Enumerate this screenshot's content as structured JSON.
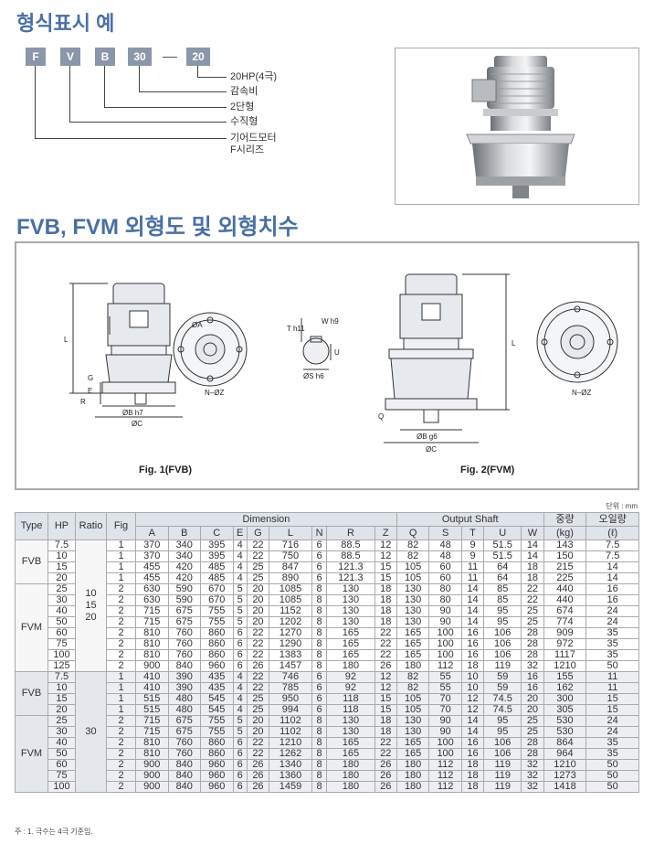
{
  "section1": {
    "title": "형식표시 예",
    "codes": [
      "F",
      "V",
      "B",
      "30",
      "20"
    ],
    "labels": [
      "20HP(4극)",
      "감속비",
      "2단형",
      "수직형",
      "기어드모터",
      "F시리즈"
    ]
  },
  "section2": {
    "title": "FVB, FVM 외형도 및 외형치수"
  },
  "figures": {
    "fig1": "Fig. 1(FVB)",
    "fig2": "Fig. 2(FVM)",
    "dim_labels": [
      "L",
      "G",
      "E",
      "R",
      "ØB h7",
      "ØC",
      "ØA",
      "N–ØZ",
      "T h11",
      "W h9",
      "U",
      "ØS h6",
      "Q",
      "ØB g6"
    ]
  },
  "unit": "단위 : mm",
  "table": {
    "headers": {
      "type": "Type",
      "hp": "HP",
      "ratio": "Ratio",
      "fig": "Fig",
      "dimension": "Dimension",
      "output_shaft": "Output Shaft",
      "weight": "중량",
      "weight_unit": "(kg)",
      "oil": "오일량",
      "oil_unit": "(ℓ)",
      "dim_cols": [
        "A",
        "B",
        "C",
        "E",
        "G",
        "L",
        "N",
        "R",
        "Z"
      ],
      "shaft_cols": [
        "Q",
        "S",
        "T",
        "U",
        "W"
      ]
    },
    "ratio_groups": [
      "10\n15\n20",
      "30"
    ],
    "rows": [
      [
        "FVB",
        "7.5",
        "1",
        "370",
        "340",
        "395",
        "4",
        "22",
        "716",
        "6",
        "88.5",
        "12",
        "82",
        "48",
        "9",
        "51.5",
        "14",
        "143",
        "7.5"
      ],
      [
        "",
        "10",
        "1",
        "370",
        "340",
        "395",
        "4",
        "22",
        "750",
        "6",
        "88.5",
        "12",
        "82",
        "48",
        "9",
        "51.5",
        "14",
        "150",
        "7.5"
      ],
      [
        "",
        "15",
        "1",
        "455",
        "420",
        "485",
        "4",
        "25",
        "847",
        "6",
        "121.3",
        "15",
        "105",
        "60",
        "11",
        "64",
        "18",
        "215",
        "14"
      ],
      [
        "",
        "20",
        "1",
        "455",
        "420",
        "485",
        "4",
        "25",
        "890",
        "6",
        "121.3",
        "15",
        "105",
        "60",
        "11",
        "64",
        "18",
        "225",
        "14"
      ],
      [
        "FVM",
        "25",
        "2",
        "630",
        "590",
        "670",
        "5",
        "20",
        "1085",
        "8",
        "130",
        "18",
        "130",
        "80",
        "14",
        "85",
        "22",
        "440",
        "16"
      ],
      [
        "",
        "30",
        "2",
        "630",
        "590",
        "670",
        "5",
        "20",
        "1085",
        "8",
        "130",
        "18",
        "130",
        "80",
        "14",
        "85",
        "22",
        "440",
        "16"
      ],
      [
        "",
        "40",
        "2",
        "715",
        "675",
        "755",
        "5",
        "20",
        "1152",
        "8",
        "130",
        "18",
        "130",
        "90",
        "14",
        "95",
        "25",
        "674",
        "24"
      ],
      [
        "",
        "50",
        "2",
        "715",
        "675",
        "755",
        "5",
        "20",
        "1202",
        "8",
        "130",
        "18",
        "130",
        "90",
        "14",
        "95",
        "25",
        "774",
        "24"
      ],
      [
        "",
        "60",
        "2",
        "810",
        "760",
        "860",
        "6",
        "22",
        "1270",
        "8",
        "165",
        "22",
        "165",
        "100",
        "16",
        "106",
        "28",
        "909",
        "35"
      ],
      [
        "",
        "75",
        "2",
        "810",
        "760",
        "860",
        "6",
        "22",
        "1290",
        "8",
        "165",
        "22",
        "165",
        "100",
        "16",
        "106",
        "28",
        "972",
        "35"
      ],
      [
        "",
        "100",
        "2",
        "810",
        "760",
        "860",
        "6",
        "22",
        "1383",
        "8",
        "165",
        "22",
        "165",
        "100",
        "16",
        "106",
        "28",
        "1117",
        "35"
      ],
      [
        "",
        "125",
        "2",
        "900",
        "840",
        "960",
        "6",
        "26",
        "1457",
        "8",
        "180",
        "26",
        "180",
        "112",
        "18",
        "119",
        "32",
        "1210",
        "50"
      ],
      [
        "FVB",
        "7.5",
        "1",
        "410",
        "390",
        "435",
        "4",
        "22",
        "746",
        "6",
        "92",
        "12",
        "82",
        "55",
        "10",
        "59",
        "16",
        "155",
        "11"
      ],
      [
        "",
        "10",
        "1",
        "410",
        "390",
        "435",
        "4",
        "22",
        "785",
        "6",
        "92",
        "12",
        "82",
        "55",
        "10",
        "59",
        "16",
        "162",
        "11"
      ],
      [
        "",
        "15",
        "1",
        "515",
        "480",
        "545",
        "4",
        "25",
        "950",
        "6",
        "118",
        "15",
        "105",
        "70",
        "12",
        "74.5",
        "20",
        "300",
        "15"
      ],
      [
        "",
        "20",
        "1",
        "515",
        "480",
        "545",
        "4",
        "25",
        "994",
        "6",
        "118",
        "15",
        "105",
        "70",
        "12",
        "74.5",
        "20",
        "305",
        "15"
      ],
      [
        "FVM",
        "25",
        "2",
        "715",
        "675",
        "755",
        "5",
        "20",
        "1102",
        "8",
        "130",
        "18",
        "130",
        "90",
        "14",
        "95",
        "25",
        "530",
        "24"
      ],
      [
        "",
        "30",
        "2",
        "715",
        "675",
        "755",
        "5",
        "20",
        "1102",
        "8",
        "130",
        "18",
        "130",
        "90",
        "14",
        "95",
        "25",
        "530",
        "24"
      ],
      [
        "",
        "40",
        "2",
        "810",
        "760",
        "860",
        "6",
        "22",
        "1210",
        "8",
        "165",
        "22",
        "165",
        "100",
        "16",
        "106",
        "28",
        "864",
        "35"
      ],
      [
        "",
        "50",
        "2",
        "810",
        "760",
        "860",
        "6",
        "22",
        "1262",
        "8",
        "165",
        "22",
        "165",
        "100",
        "16",
        "106",
        "28",
        "964",
        "35"
      ],
      [
        "",
        "60",
        "2",
        "900",
        "840",
        "960",
        "6",
        "26",
        "1340",
        "8",
        "180",
        "26",
        "180",
        "112",
        "18",
        "119",
        "32",
        "1210",
        "50"
      ],
      [
        "",
        "75",
        "2",
        "900",
        "840",
        "960",
        "6",
        "26",
        "1360",
        "8",
        "180",
        "26",
        "180",
        "112",
        "18",
        "119",
        "32",
        "1273",
        "50"
      ],
      [
        "",
        "100",
        "2",
        "900",
        "840",
        "960",
        "6",
        "26",
        "1459",
        "8",
        "180",
        "26",
        "180",
        "112",
        "18",
        "119",
        "32",
        "1418",
        "50"
      ]
    ]
  },
  "footnote": "주 : 1. 극수는 4극 기준임."
}
